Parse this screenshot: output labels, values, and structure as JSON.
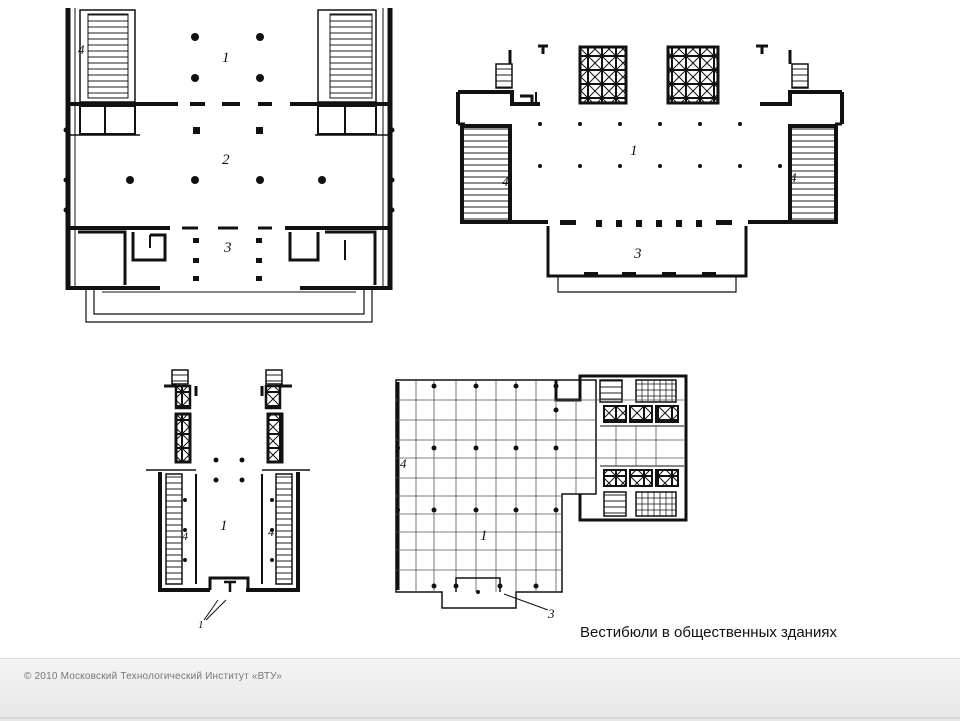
{
  "caption": "Вестибюли в общественных зданиях",
  "footer": {
    "copyright": "© 2010 Московский Технологический Институт «ВТУ»"
  },
  "plans": {
    "plan_a": {
      "labels": [
        "1",
        "2",
        "3",
        "4"
      ]
    },
    "plan_b": {
      "labels": [
        "1",
        "3",
        "4",
        "4"
      ]
    },
    "plan_c": {
      "labels": [
        "1",
        "4",
        "4",
        "1"
      ]
    },
    "plan_d": {
      "labels": [
        "1",
        "3",
        "4"
      ]
    }
  }
}
